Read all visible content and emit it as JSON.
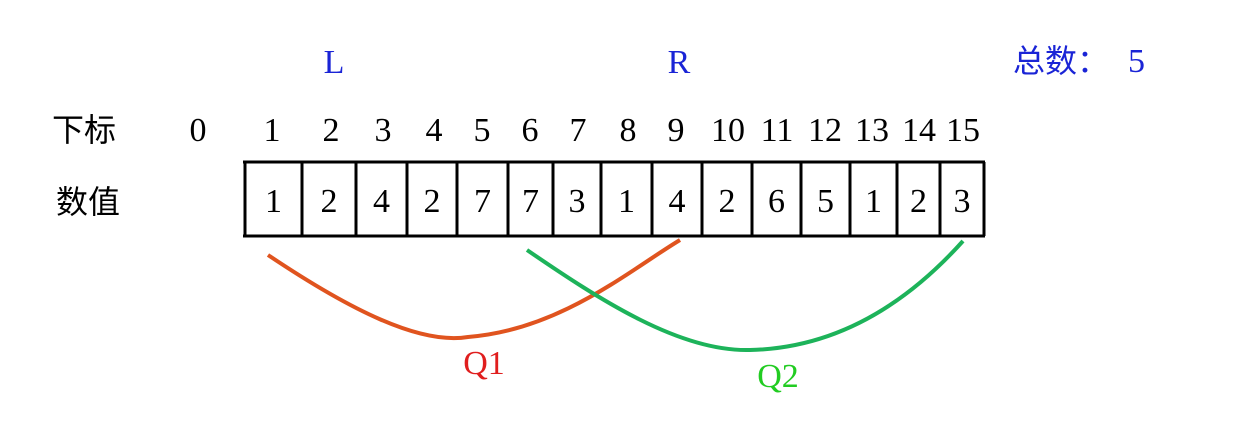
{
  "pointers": {
    "left": "L",
    "right": "R"
  },
  "total": {
    "label": "总数：",
    "value": "5"
  },
  "row_labels": {
    "index": "下标",
    "value": "数值"
  },
  "indices": [
    "0",
    "1",
    "2",
    "3",
    "4",
    "5",
    "6",
    "7",
    "8",
    "9",
    "10",
    "11",
    "12",
    "13",
    "14",
    "15"
  ],
  "values": [
    "1",
    "2",
    "4",
    "2",
    "7",
    "7",
    "3",
    "1",
    "4",
    "2",
    "6",
    "5",
    "1",
    "2",
    "3"
  ],
  "queries": [
    {
      "label": "Q1",
      "color": "#e0541f",
      "label_color": "#e01e1e"
    },
    {
      "label": "Q2",
      "color": "#1db35a",
      "label_color": "#22cc22"
    }
  ],
  "colors": {
    "pointer_text": "#1a24d6",
    "text": "#000000"
  }
}
